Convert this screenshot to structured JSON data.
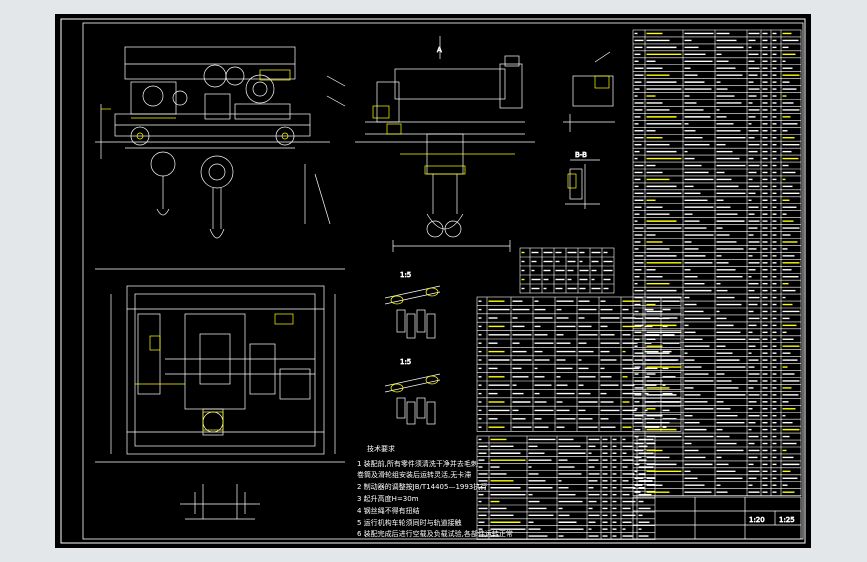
{
  "viewer": {
    "background": "#e4e7ea"
  },
  "drawing": {
    "background": "#000000",
    "line_color": "#ffffff",
    "accent_color": "#ffff00",
    "view_labels": {
      "section_a": "A",
      "section_b": "B-B",
      "detail_1": "1:5",
      "detail_2": "1:5"
    },
    "notes": {
      "title": "技术要求",
      "items": [
        "1  装配前,所有零件须清洗干净并去毛刺",
        "   卷筒及滑轮组安装后运转灵活,无卡滞",
        "2  制动器的调整按JB/T14405—1993执行",
        "3  起升高度H=30m",
        "4  钢丝绳不得有扭结",
        "5  运行机构车轮须同时与轨道接触",
        "6  装配完成后进行空载及负载试验,各部件运转正常"
      ]
    },
    "title_block": {
      "scale": "1:20",
      "sheet": "1:25"
    }
  }
}
